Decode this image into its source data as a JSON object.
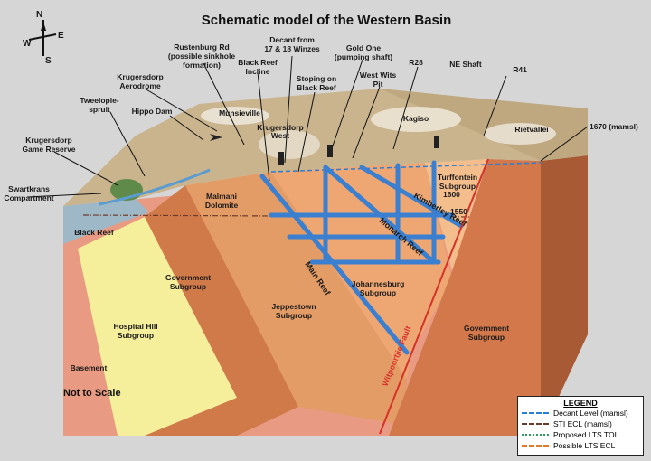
{
  "title": "Schematic model of the Western Basin",
  "compass": {
    "n": "N",
    "s": "S",
    "e": "E",
    "w": "W"
  },
  "scale_note": "Not to Scale",
  "elevation_label": "1670 (mamsl)",
  "contours": [
    "1600",
    "1550"
  ],
  "surface_labels": {
    "rustenburg": [
      "Rustenburg Rd",
      "(possible sinkhole",
      "formation)"
    ],
    "decant": [
      "Decant from",
      "17 & 18 Winzes"
    ],
    "gold_one": [
      "Gold One",
      "(pumping shaft)"
    ],
    "black_reef_incline": [
      "Black Reef",
      "Incline"
    ],
    "stoping": [
      "Stoping on",
      "Black Reef"
    ],
    "west_wits": [
      "West Wits",
      "Pit"
    ],
    "r28": "R28",
    "ne_shaft": "NE Shaft",
    "r41": "R41",
    "aerodrome": [
      "Krugersdorp",
      "Aerodrome"
    ],
    "hippo_dam": "Hippo Dam",
    "tweelopie": [
      "Tweelopie-",
      "spruit"
    ],
    "game_reserve": [
      "Krugersdorp",
      "Game Reserve"
    ],
    "swartkrans": [
      "Swartkrans",
      "Compartment"
    ],
    "munsieville": "Munsieville",
    "krugersdorp_west": [
      "Krugersdorp",
      "West"
    ],
    "kagiso": "Kagiso",
    "rietvallei": "Rietvallei"
  },
  "geology": {
    "black_reef": "Black Reef",
    "malmani": [
      "Malmani",
      "Dolomite"
    ],
    "government_left": [
      "Government",
      "Subgroup"
    ],
    "hospital_hill": [
      "Hospital Hill",
      "Subgroup"
    ],
    "basement": "Basement",
    "main_reef": "Main Reef",
    "jeppestown": [
      "Jeppestown",
      "Subgroup"
    ],
    "johannesburg": [
      "Johannesburg",
      "Subgroup"
    ],
    "monarch_reef": "Monarch Reef",
    "kimberley_reef": "Kimberley Reef",
    "turffontein": [
      "Turffontein",
      "Subgroup"
    ],
    "government_right": [
      "Government",
      "Subgroup"
    ],
    "witpoortjie_fault": "Witpoortjie Fault"
  },
  "legend": {
    "title": "LEGEND",
    "items": [
      {
        "label": "Decant Level (mamsl)",
        "color": "#2a7fd4",
        "style": "dashed"
      },
      {
        "label": "STI ECL (mamsl)",
        "color": "#6b3a2a",
        "style": "dashdot"
      },
      {
        "label": "Proposed LTS TOL",
        "color": "#2e9c5a",
        "style": "dotted"
      },
      {
        "label": "Possible LTS ECL",
        "color": "#e07a2a",
        "style": "dashdot"
      }
    ]
  },
  "colors": {
    "basement": "#e89a82",
    "hospital_hill": "#f5ee9a",
    "government": "#d07a4a",
    "jeppestown": "#e8a06a",
    "johannesburg": "#eea772",
    "turffontein": "#f2b884",
    "right_block": "#d2784a",
    "surface": "#c9b48e",
    "reef_blue": "#3a7fd0",
    "fault": "#d4322a"
  }
}
